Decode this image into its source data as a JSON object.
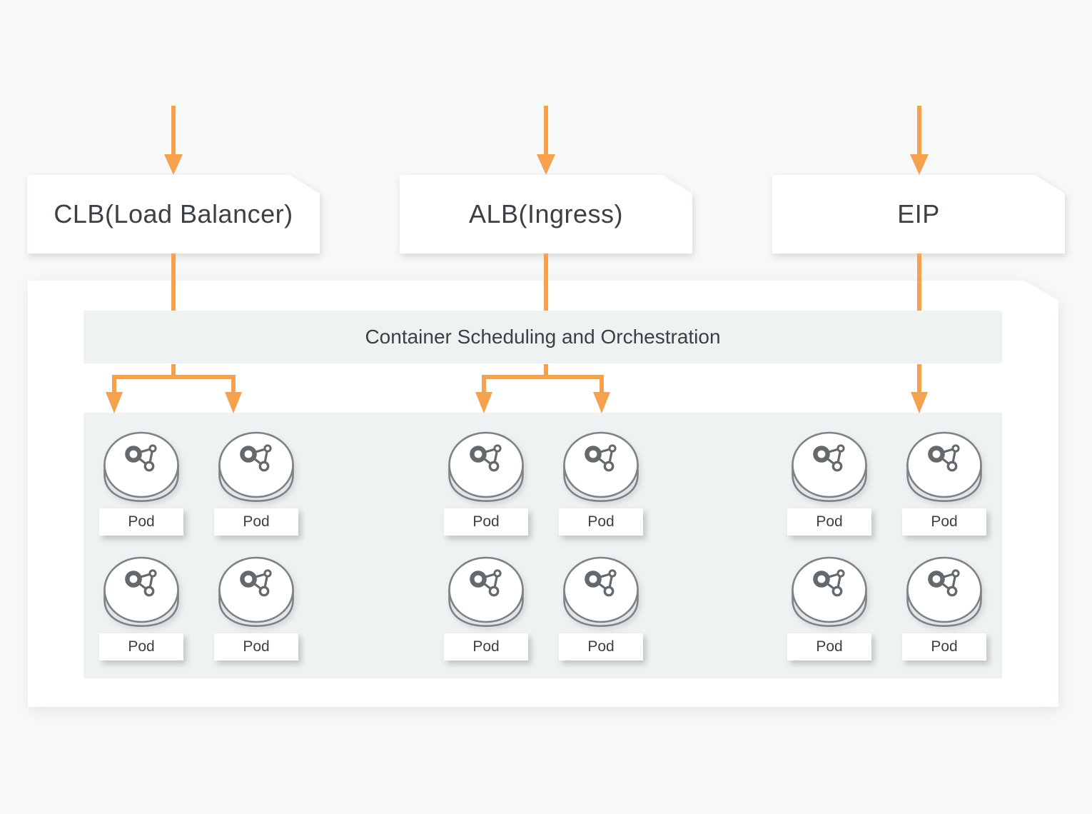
{
  "theme": {
    "accent": "#F5A14E",
    "page-bg": "#F7F8F8",
    "surface": "#FFFFFF",
    "panel-bg": "#EEF2F3",
    "text": "#3C4044",
    "pod-stroke": "#7D8287",
    "pod-side-fill": "#E3E6E7",
    "molecule-stroke": "#64696E"
  },
  "sources": [
    {
      "label": "CLB(Load Balancer)"
    },
    {
      "label": "ALB(Ingress)"
    },
    {
      "label": "EIP"
    }
  ],
  "cluster": {
    "header": "Container Scheduling and Orchestration",
    "groups": [
      {
        "source": "CLB(Load Balancer)",
        "pods": [
          {
            "label": "Pod"
          },
          {
            "label": "Pod"
          },
          {
            "label": "Pod"
          },
          {
            "label": "Pod"
          }
        ]
      },
      {
        "source": "ALB(Ingress)",
        "pods": [
          {
            "label": "Pod"
          },
          {
            "label": "Pod"
          },
          {
            "label": "Pod"
          },
          {
            "label": "Pod"
          }
        ]
      },
      {
        "source": "EIP",
        "pods": [
          {
            "label": "Pod"
          },
          {
            "label": "Pod"
          },
          {
            "label": "Pod"
          },
          {
            "label": "Pod"
          }
        ]
      }
    ]
  }
}
